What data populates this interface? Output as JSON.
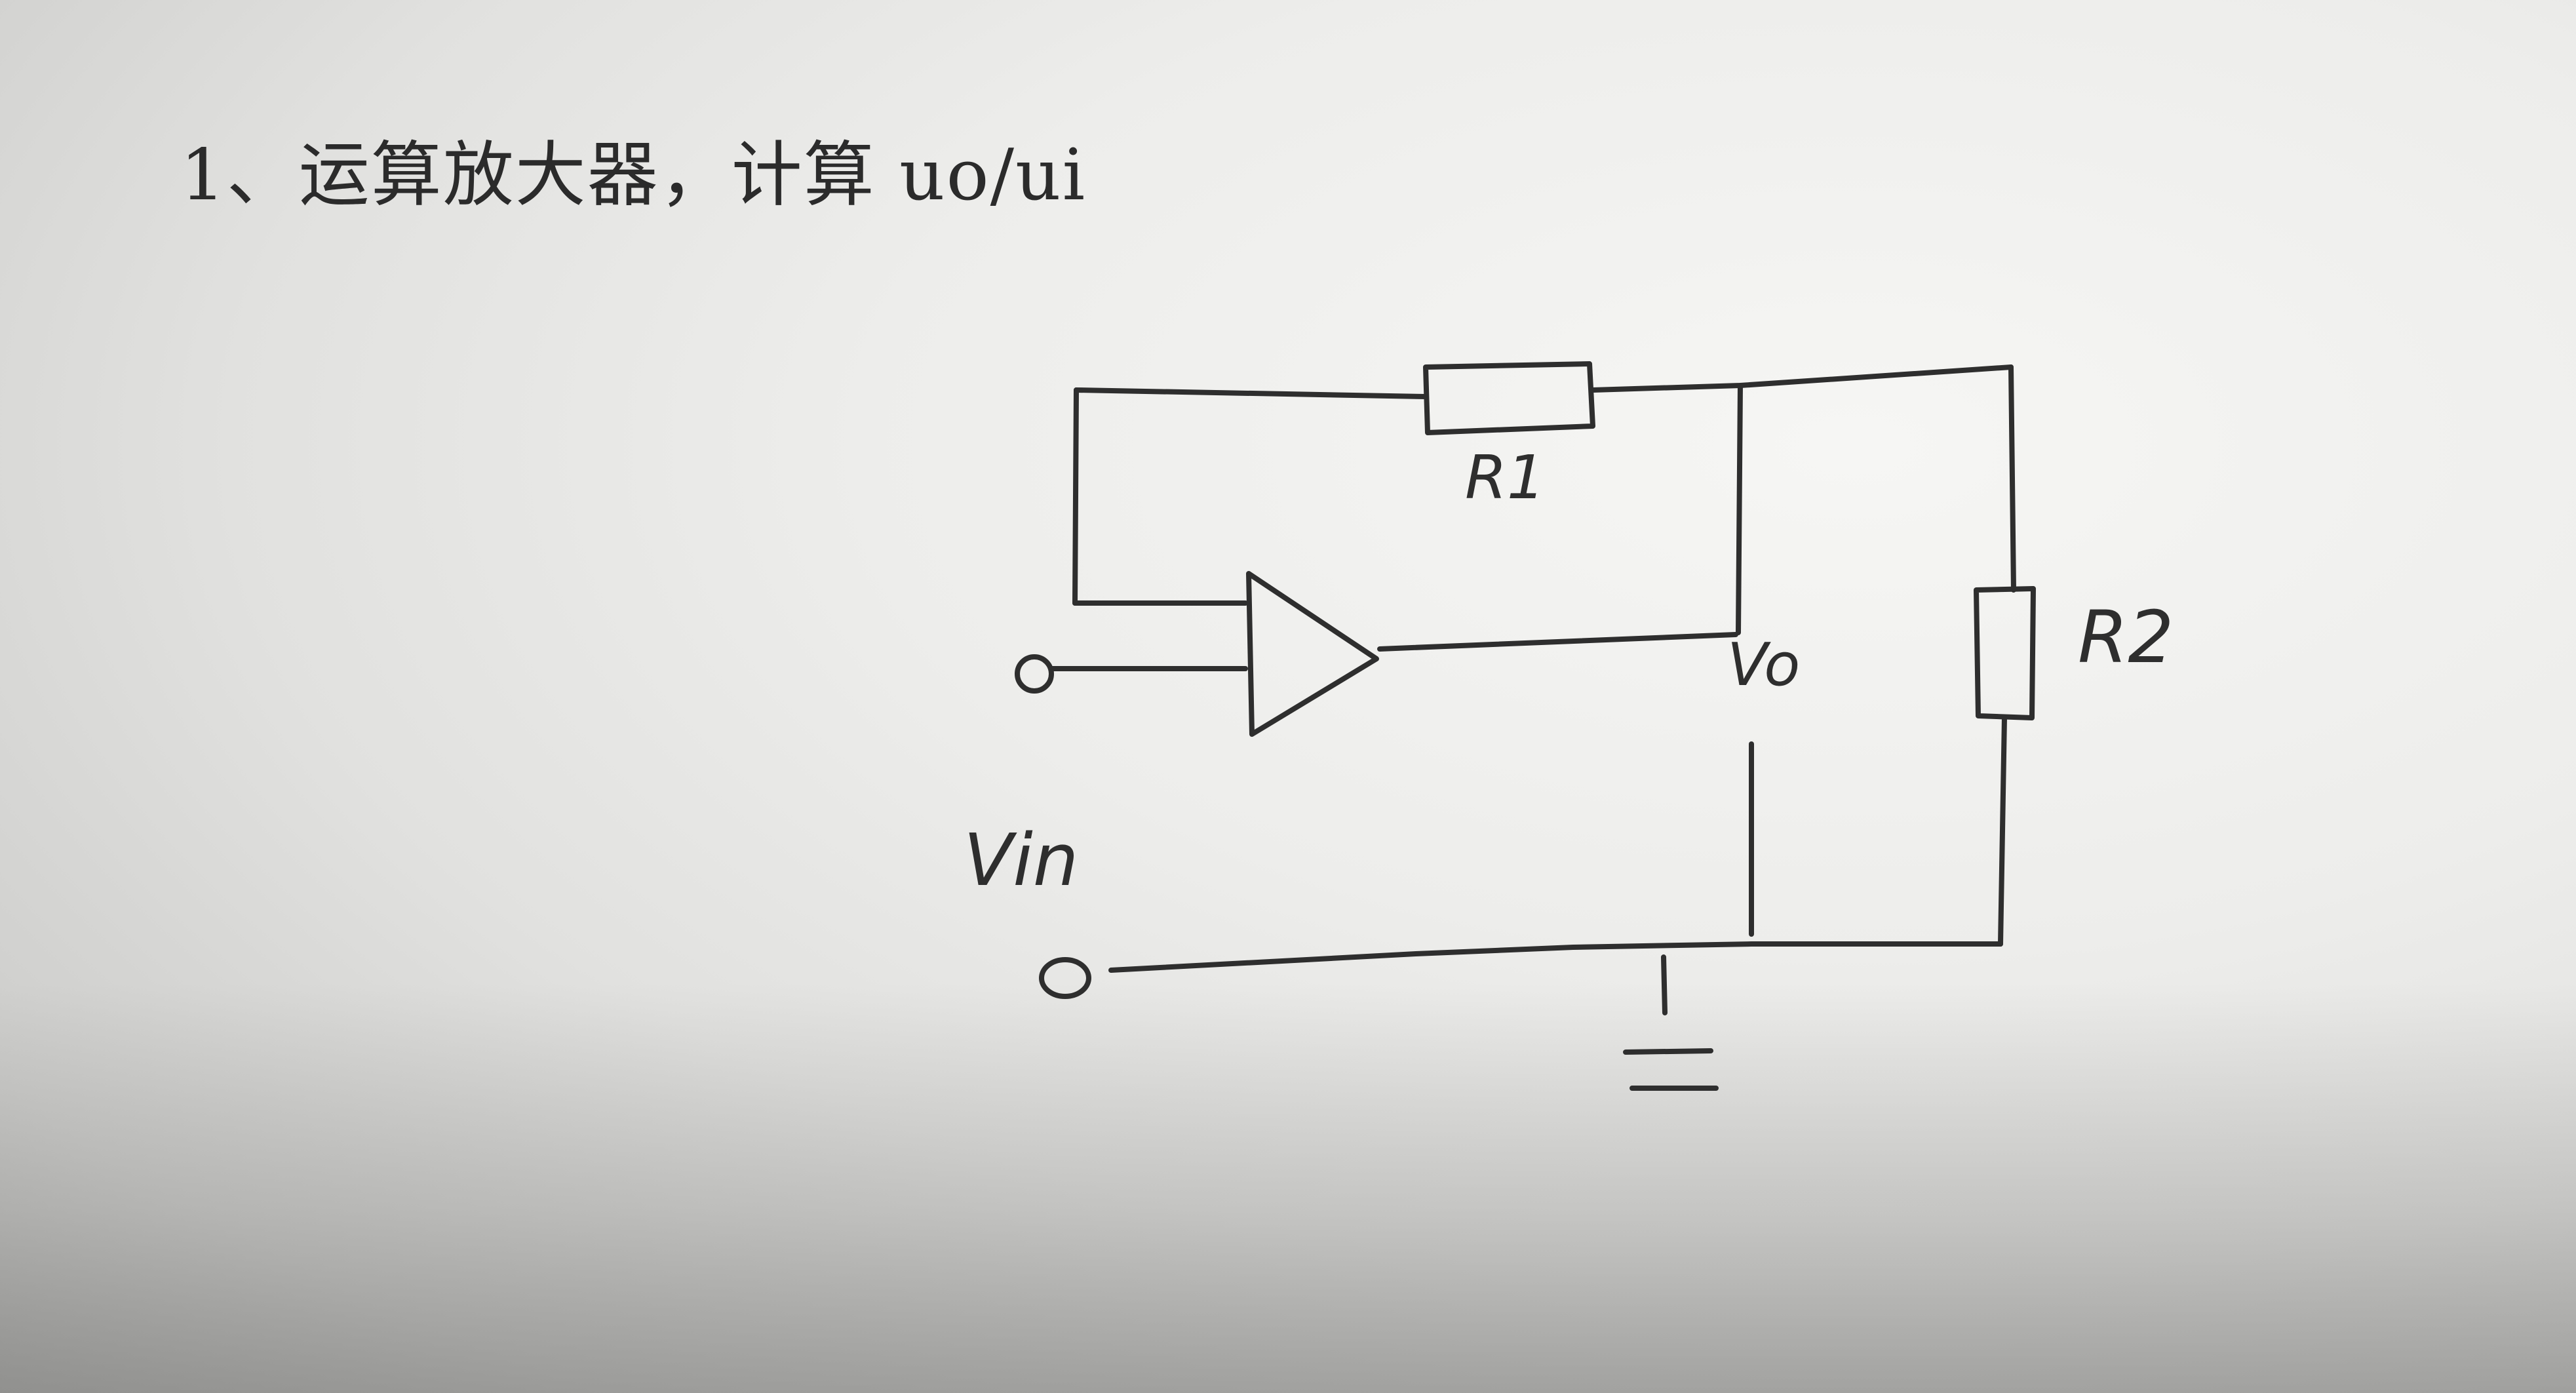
{
  "problem": {
    "title": "1、运算放大器，计算 uo/ui"
  },
  "labels": {
    "r1": "R1",
    "r2": "R2",
    "vo": "Vo",
    "vin": "Vin"
  },
  "colors": {
    "ink": "#2e2e2e",
    "paper": "#ededeb"
  }
}
